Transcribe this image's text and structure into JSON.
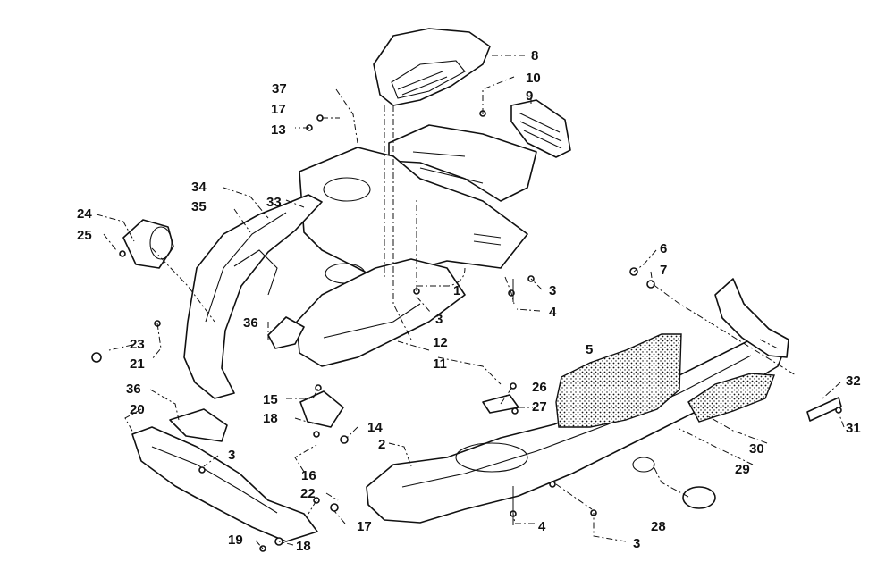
{
  "callouts": {
    "c1": "1",
    "c2": "2",
    "c3a": "3",
    "c3b": "3",
    "c3c": "3",
    "c3d": "3",
    "c4a": "4",
    "c4b": "4",
    "c5": "5",
    "c6": "6",
    "c7": "7",
    "c8": "8",
    "c9": "9",
    "c10": "10",
    "c11": "11",
    "c12": "12",
    "c13": "13",
    "c14": "14",
    "c15": "15",
    "c16": "16",
    "c17a": "17",
    "c17b": "17",
    "c18a": "18",
    "c18b": "18",
    "c19": "19",
    "c20": "20",
    "c21": "21",
    "c22": "22",
    "c23": "23",
    "c24": "24",
    "c25": "25",
    "c26": "26",
    "c27": "27",
    "c28": "28",
    "c29": "29",
    "c30": "30",
    "c31": "31",
    "c32": "32",
    "c33": "33",
    "c34": "34",
    "c35": "35",
    "c36a": "36",
    "c36b": "36",
    "c37": "37"
  },
  "colors": {
    "line": "#111111",
    "background": "#ffffff"
  }
}
